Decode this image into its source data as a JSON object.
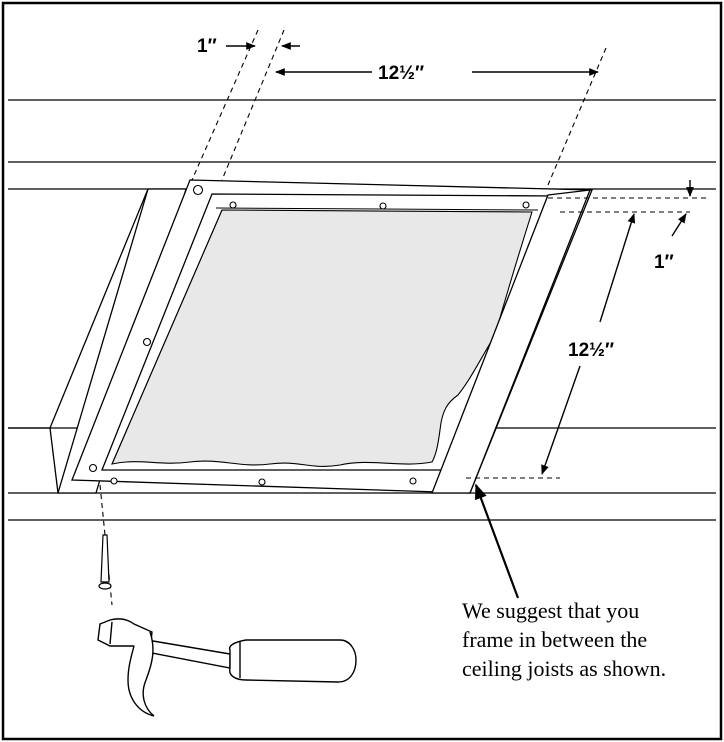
{
  "dimensions": {
    "top_gap": "1″",
    "top_width": "12½″",
    "right_gap": "1″",
    "right_length": "12½″"
  },
  "note": {
    "lines": [
      "We suggest that you",
      "frame in between the",
      "ceiling joists as shown."
    ]
  },
  "icons": [
    "nail-icon",
    "hammer-icon"
  ],
  "colors": {
    "line": "#000000",
    "panel": "#e8e8e8",
    "background": "#ffffff"
  }
}
